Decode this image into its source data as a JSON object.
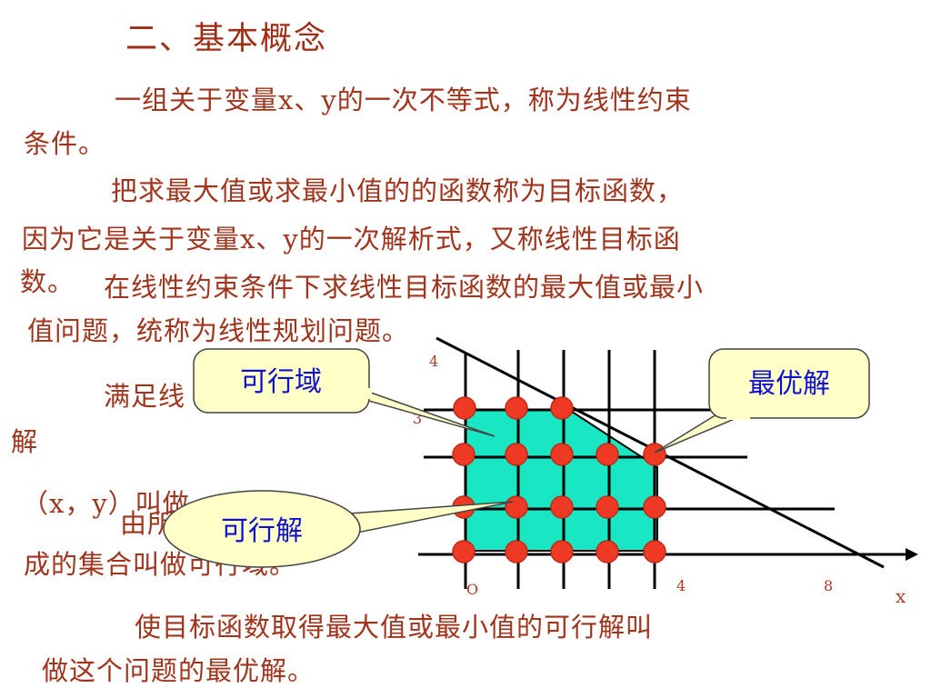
{
  "slide": {
    "title": "二、基本概念",
    "p1_line1": "一组关于变量x、y的一次不等式，称为线性约束",
    "p1_line2": "条件。",
    "p2_line1": "把求最大值或求最小值的的函数称为目标函数，",
    "p2_line2": "因为它是关于变量x、y的一次解析式，又称线性目标函",
    "p2_line3": "数。",
    "p3_line1": "在线性约束条件下求线性目标函数的最大值或最小",
    "p3_line2": "值问题，统称为线性规划问题。",
    "p4_line1": "满足线",
    "p4_line2": "解",
    "p4_line3": "（x，y）叫做",
    "p4_line4": "由所",
    "p4_line5": "成的集合叫做可行域。",
    "p5_line1": "使目标函数取得最大值或最小值的可行解叫",
    "p5_line2": "做这个问题的最优解。"
  },
  "callouts": {
    "feasible_region": "可行域",
    "optimal_solution": "最优解",
    "feasible_solution": "可行解"
  },
  "graph": {
    "origin_label": "O",
    "x_axis_label": "x",
    "x_ticks": [
      "4",
      "8"
    ],
    "y_ticks": [
      "4",
      "3"
    ],
    "colors": {
      "region_fill": "#19e6c3",
      "point_fill": "#ee3a24",
      "line": "#000000",
      "callout_fill": "#ffffc8",
      "callout_text": "#1010d0"
    }
  }
}
